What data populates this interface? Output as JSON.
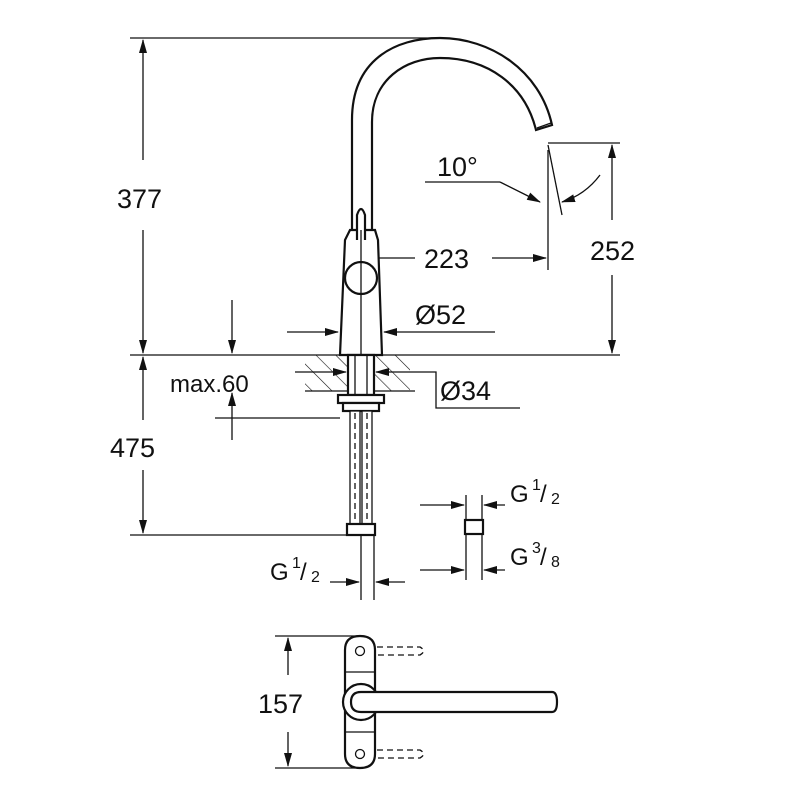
{
  "title": "Faucet dimension drawing",
  "dimensions": {
    "total_height": "377",
    "below_counter": "475",
    "spout_height": "252",
    "spout_reach": "223",
    "spout_angle": "10°",
    "body_diameter": "Ø52",
    "hole_diameter": "Ø34",
    "max_thickness": "max.60",
    "top_view_length": "157"
  },
  "threads": {
    "hose_connection": {
      "base": "G",
      "num": "1",
      "den": "2"
    },
    "adapter_top": {
      "base": "G",
      "num": "1",
      "den": "2"
    },
    "adapter_bottom": {
      "base": "G",
      "num": "3",
      "den": "8"
    }
  },
  "colors": {
    "line": "#111111",
    "background": "#ffffff"
  }
}
